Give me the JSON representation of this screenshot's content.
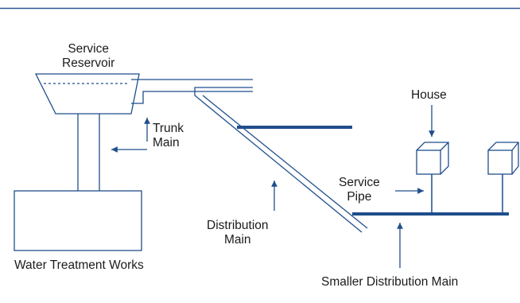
{
  "labels": {
    "service_reservoir_line1": "Service",
    "service_reservoir_line2": "Reservoir",
    "trunk_main_line1": "Trunk",
    "trunk_main_line2": "Main",
    "house": "House",
    "service_pipe_line1": "Service",
    "service_pipe_line2": "Pipe",
    "distribution_main_line1": "Distribution",
    "distribution_main_line2": "Main",
    "water_treatment_works": "Water Treatment Works",
    "smaller_distribution_main": "Smaller Distribution Main"
  },
  "colors": {
    "accent": "#2f5496",
    "line": "#1f4e8c",
    "text": "#1b1b1b"
  }
}
